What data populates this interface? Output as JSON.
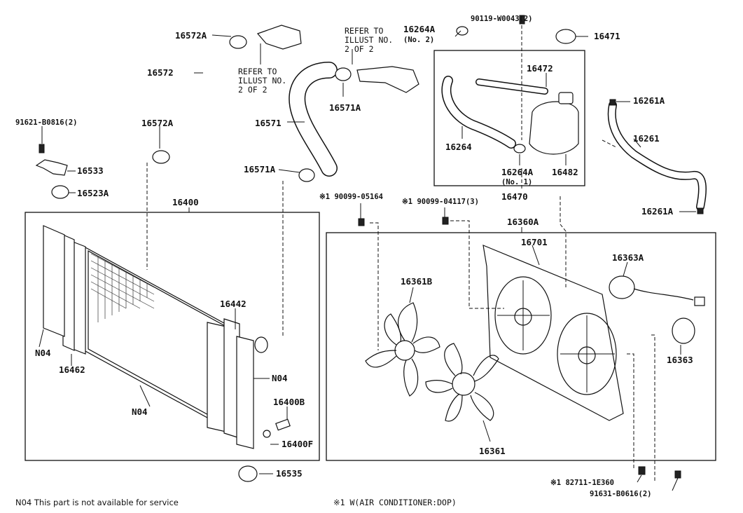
{
  "labels": {
    "p16572A_top": "16572A",
    "p16572": "16572",
    "p16572A_low": "16572A",
    "p91621": "91621-B0816(2)",
    "p16533": "16533",
    "p16523A": "16523A",
    "refer1": [
      "REFER TO",
      "ILLUST NO.",
      "2 OF 2"
    ],
    "refer2": [
      "REFER TO",
      "ILLUST NO.",
      "2 OF 2"
    ],
    "p16571A_top": "16571A",
    "p16571": "16571",
    "p16571A_low": "16571A",
    "p16264A_top": "16264A",
    "p16264A_top_sub": "(No. 2)",
    "p90119": "90119-W0043(2)",
    "p16471": "16471",
    "p16472": "16472",
    "p16264": "16264",
    "p16264A_low": "16264A",
    "p16264A_low_sub": "(No. 1)",
    "p16482": "16482",
    "p16470": "16470",
    "p16261A_top": "16261A",
    "p16261": "16261",
    "p16261A_low": "16261A",
    "p16400": "16400",
    "p16442": "16442",
    "pN04_left": "N04",
    "p16462": "16462",
    "pN04_bottom": "N04",
    "pN04_right": "N04",
    "p16400B": "16400B",
    "p16400F": "16400F",
    "p16535": "16535",
    "p90099_05164": "※1 90099-05164",
    "p90099_04117": "※1 90099-04117(3)",
    "p16360A": "16360A",
    "p16701": "16701",
    "p16363A": "16363A",
    "p16361B": "16361B",
    "p16363": "16363",
    "p16361": "16361",
    "p82711": "※1 82711-1E360",
    "p91631": "91631-B0616(2)"
  },
  "footer": {
    "n04_note": "N04  This part is not available for service",
    "ac_note": "※1   W(AIR CONDITIONER:DOP)"
  }
}
